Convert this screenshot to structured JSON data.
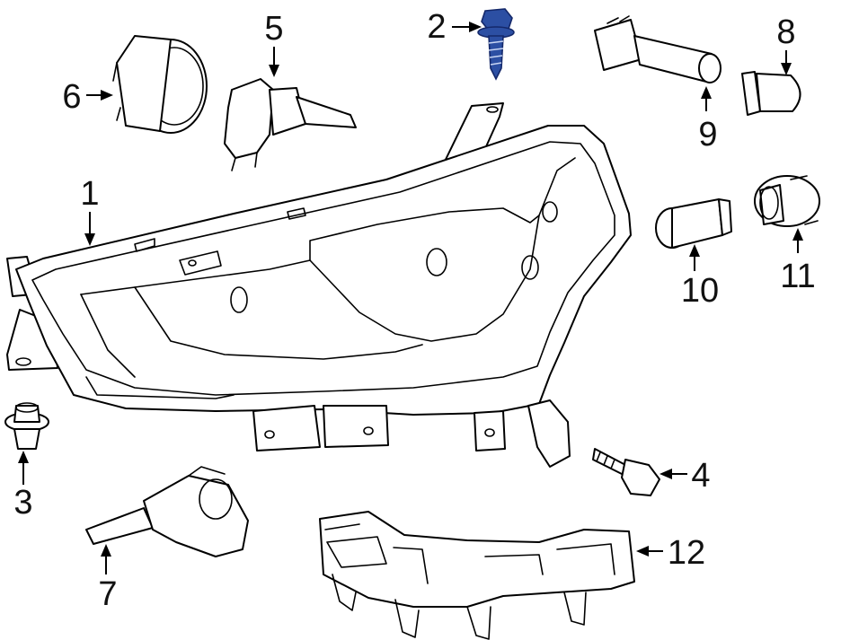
{
  "colors": {
    "line": "#000000",
    "background": "#ffffff",
    "highlight_part": "#2c4fa3"
  },
  "highlighted_callout": "2",
  "callouts": [
    {
      "id": "c1",
      "label": "1"
    },
    {
      "id": "c2",
      "label": "2"
    },
    {
      "id": "c3",
      "label": "3"
    },
    {
      "id": "c4",
      "label": "4"
    },
    {
      "id": "c5",
      "label": "5"
    },
    {
      "id": "c6",
      "label": "6"
    },
    {
      "id": "c7",
      "label": "7"
    },
    {
      "id": "c8",
      "label": "8"
    },
    {
      "id": "c9",
      "label": "9"
    },
    {
      "id": "c10",
      "label": "10"
    },
    {
      "id": "c11",
      "label": "11"
    },
    {
      "id": "c12",
      "label": "12"
    }
  ]
}
